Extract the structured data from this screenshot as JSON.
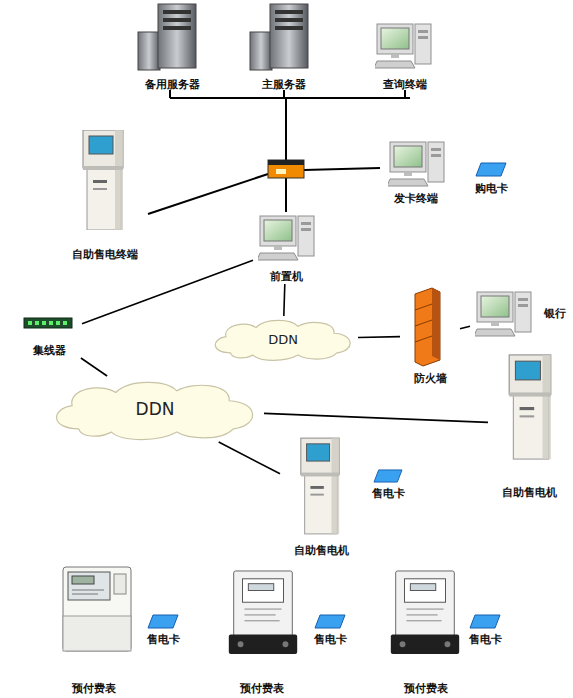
{
  "diagram": {
    "nodes": [
      {
        "text": [
          "备用服务器"
        ]
      },
      {
        "text": [
          "主服务器"
        ]
      },
      {
        "text": [
          "查询终端"
        ]
      },
      {
        "text": [
          "自助售电终端"
        ]
      },
      {
        "text": [
          "发卡终端"
        ]
      },
      {
        "text": [
          "前置机"
        ]
      },
      {
        "text": [
          "集线器"
        ]
      },
      {
        "text": [
          "DDN"
        ]
      },
      {
        "text": [
          "防火墙"
        ]
      },
      {
        "text": [
          "银行"
        ]
      },
      {
        "text": [
          "DDN"
        ]
      },
      {
        "text": [
          "自助售电机"
        ]
      },
      {
        "text": [
          "自助售电机"
        ]
      },
      {
        "text": [
          "预付费表"
        ]
      },
      {
        "text": [
          "预付费表"
        ]
      },
      {
        "text": [
          "预付费表"
        ]
      }
    ],
    "edges": [
      {
        "from": 5,
        "to": 7,
        "arrow": "none"
      },
      {
        "from": 7,
        "to": 8,
        "arrow": "none"
      },
      {
        "from": 8,
        "to": 9,
        "arrow": "none"
      },
      {
        "from": 5,
        "to": 6,
        "arrow": "none"
      },
      {
        "from": 6,
        "to": 10,
        "arrow": "none"
      },
      {
        "from": 10,
        "to": 11,
        "arrow": "none"
      },
      {
        "from": 10,
        "to": 12,
        "arrow": "none"
      }
    ],
    "labels": [
      "购电卡",
      "售电卡",
      "售电卡",
      "售电卡",
      "售电卡"
    ]
  }
}
